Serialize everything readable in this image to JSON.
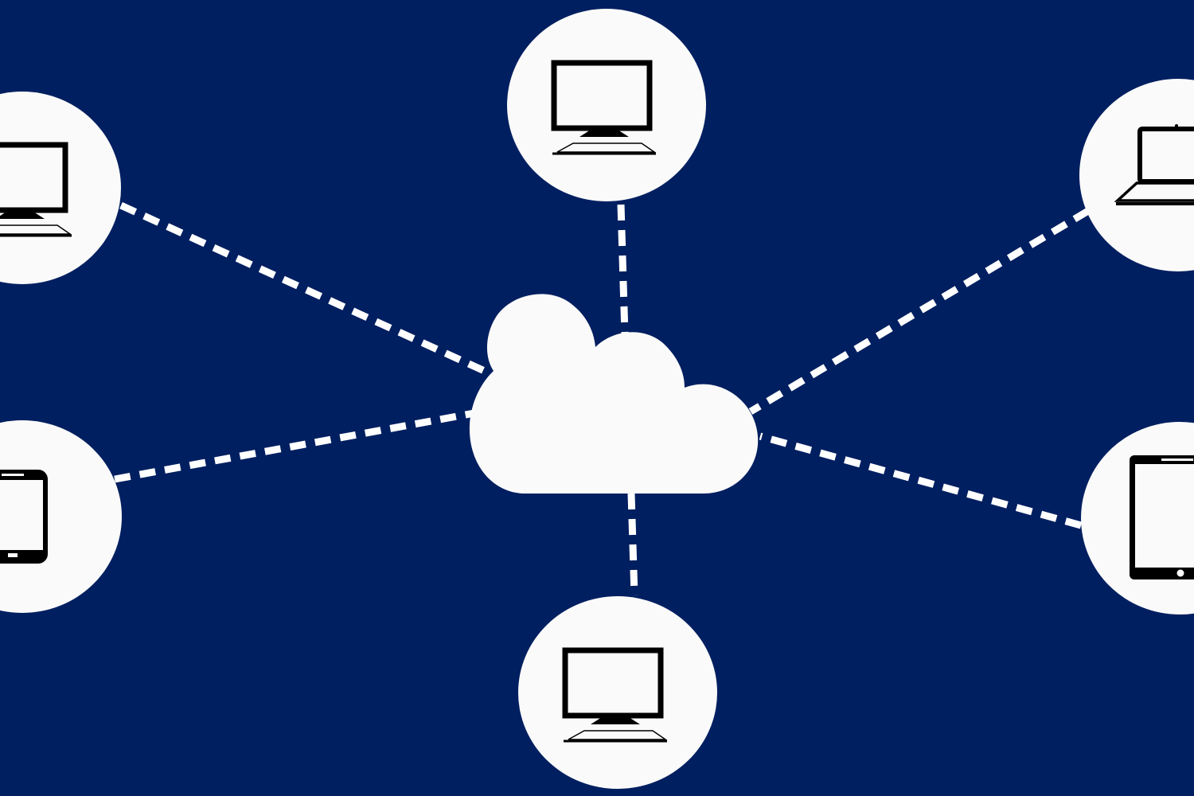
{
  "colors": {
    "background": "#001f60",
    "node_fill": "#fafafa",
    "link": "#ffffff",
    "icon": "#000000"
  },
  "diagram": {
    "hub": {
      "icon": "cloud-icon"
    },
    "nodes": [
      {
        "id": "top-center",
        "icon": "desktop-monitor-icon"
      },
      {
        "id": "upper-left",
        "icon": "desktop-monitor-icon"
      },
      {
        "id": "upper-right",
        "icon": "laptop-icon"
      },
      {
        "id": "lower-left",
        "icon": "smartphone-icon"
      },
      {
        "id": "lower-right",
        "icon": "tablet-icon"
      },
      {
        "id": "bottom-center",
        "icon": "desktop-monitor-icon"
      }
    ],
    "links": [
      {
        "from": "hub",
        "to": "top-center",
        "style": "dashed"
      },
      {
        "from": "hub",
        "to": "upper-left",
        "style": "dashed"
      },
      {
        "from": "hub",
        "to": "upper-right",
        "style": "dashed"
      },
      {
        "from": "hub",
        "to": "lower-left",
        "style": "dashed"
      },
      {
        "from": "hub",
        "to": "lower-right",
        "style": "dashed"
      },
      {
        "from": "hub",
        "to": "bottom-center",
        "style": "dashed"
      }
    ]
  }
}
